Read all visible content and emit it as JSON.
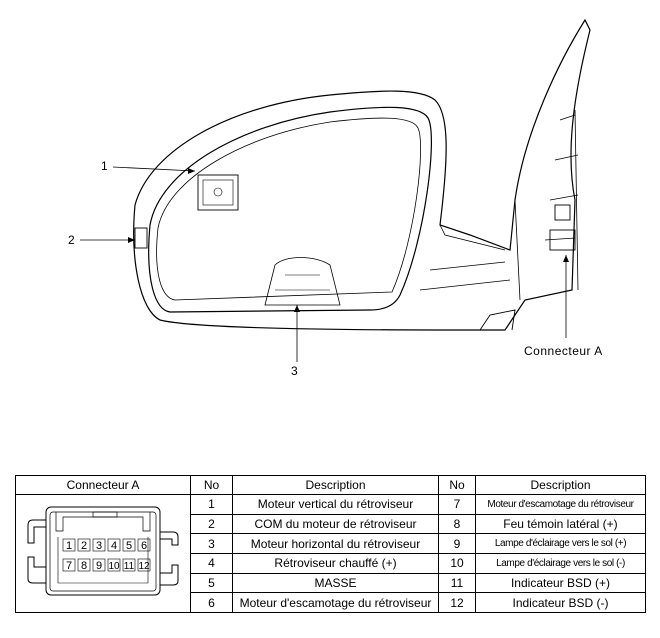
{
  "callouts": {
    "c1": "1",
    "c2": "2",
    "c3": "3",
    "connector": "Connecteur A"
  },
  "table": {
    "headers": [
      "Connecteur A",
      "No",
      "Description",
      "No",
      "Description"
    ],
    "pins_top": [
      "1",
      "2",
      "3",
      "4",
      "5",
      "6"
    ],
    "pins_bottom": [
      "7",
      "8",
      "9",
      "10",
      "11",
      "12"
    ],
    "rows": [
      {
        "no1": "1",
        "desc1": "Moteur vertical du rétroviseur",
        "no2": "7",
        "desc2": "Moteur d'escamotage du rétroviseur"
      },
      {
        "no1": "2",
        "desc1": "COM du moteur de rétroviseur",
        "no2": "8",
        "desc2": "Feu témoin latéral (+)"
      },
      {
        "no1": "3",
        "desc1": "Moteur horizontal du rétroviseur",
        "no2": "9",
        "desc2": "Lampe d'éclairage vers le sol (+)"
      },
      {
        "no1": "4",
        "desc1": "Rétroviseur chauffé (+)",
        "no2": "10",
        "desc2": "Lampe d'éclairage vers le sol (-)"
      },
      {
        "no1": "5",
        "desc1": "MASSE",
        "no2": "11",
        "desc2": "Indicateur BSD (+)"
      },
      {
        "no1": "6",
        "desc1": "Moteur d'escamotage du rétroviseur",
        "no2": "12",
        "desc2": "Indicateur BSD (-)"
      }
    ]
  }
}
